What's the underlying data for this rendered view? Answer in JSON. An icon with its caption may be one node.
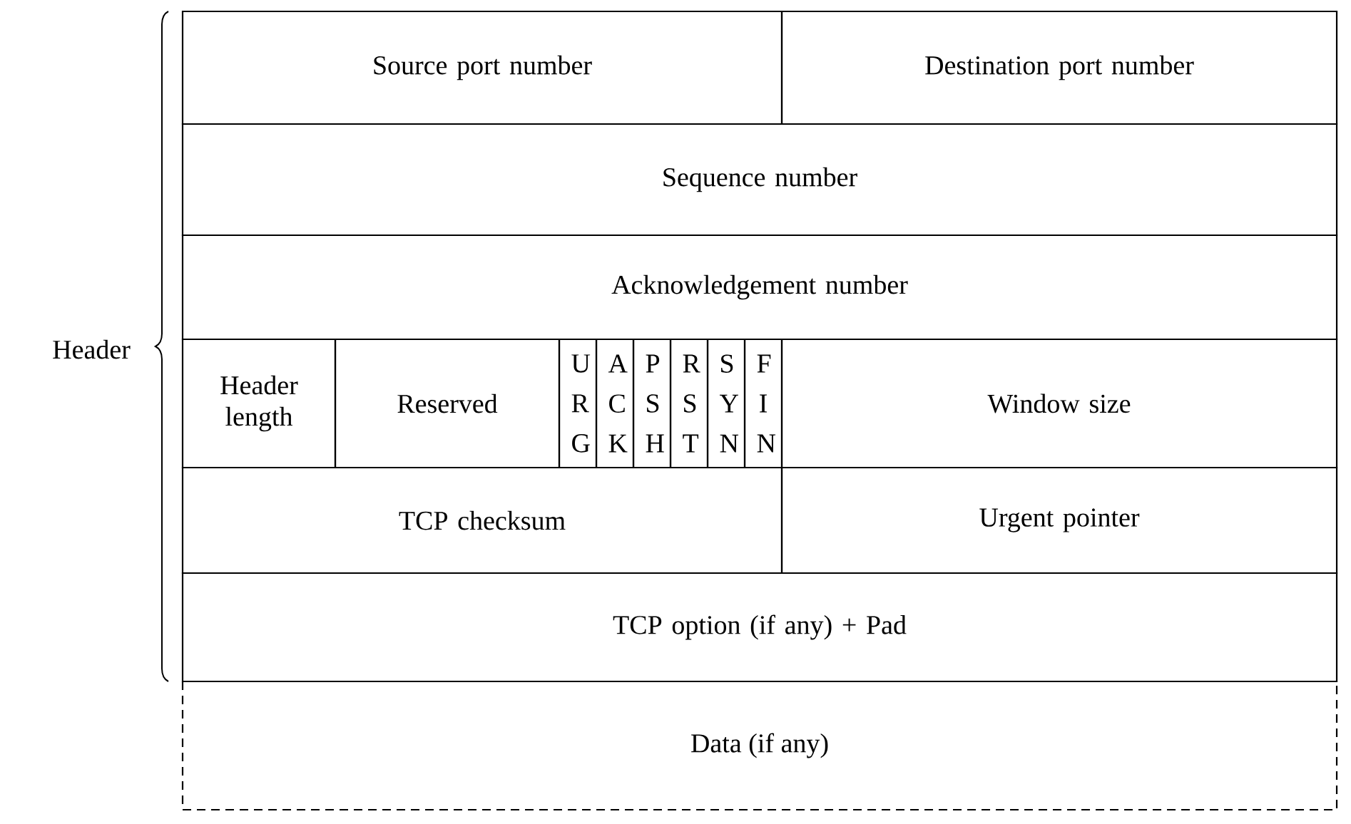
{
  "diagram": {
    "nodes": [
      {
        "text": [
          "Source port number"
        ]
      },
      {
        "text": [
          "Destination port number"
        ]
      },
      {
        "text": [
          "Sequence number"
        ]
      },
      {
        "text": [
          "Acknowledgement number"
        ]
      },
      {
        "text": [
          "Header length"
        ]
      },
      {
        "text": [
          "Reserved"
        ]
      },
      {
        "text": [
          "U R G"
        ]
      },
      {
        "text": [
          "A C K"
        ]
      },
      {
        "text": [
          "P S H"
        ]
      },
      {
        "text": [
          "R S T"
        ]
      },
      {
        "text": [
          "S Y N"
        ]
      },
      {
        "text": [
          "F I N"
        ]
      },
      {
        "text": [
          "Window size"
        ]
      },
      {
        "text": [
          "TCP checksum"
        ]
      },
      {
        "text": [
          "Urgent pointer"
        ]
      },
      {
        "text": [
          "TCP option (if any) + Pad"
        ]
      },
      {
        "text": [
          "Data (if any)"
        ]
      }
    ],
    "labels": [
      "Header"
    ]
  }
}
